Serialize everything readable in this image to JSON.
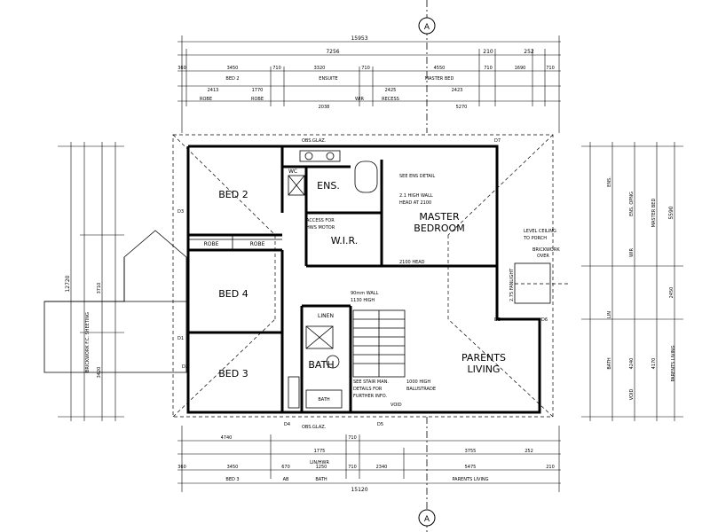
{
  "section_marker": "A",
  "rooms": {
    "bed2": "BED 2",
    "bed4": "BED 4",
    "bed3": "BED 3",
    "ens": "ENS.",
    "wc": "WC",
    "wir": "W.I.R.",
    "master_line1": "MASTER",
    "master_line2": "BEDROOM",
    "bath": "BATH",
    "parents_line1": "PARENTS",
    "parents_line2": "LIVING",
    "linen": "LINEN",
    "robe": "ROBE",
    "bath_small": "BATH"
  },
  "notes": {
    "see_ens_detail": "SEE ENS DETAIL",
    "wall_head_line1": "2.1 HIGH WALL",
    "wall_head_line2": "HEAD AT 2100",
    "access": "ACCESS FOR",
    "access_2": "HWS MOTOR",
    "head_2100": "2100 HEAD",
    "level_ceiling_1": "LEVEL CEILING",
    "level_ceiling_2": "TO PORCH",
    "brickwork_1": "BRICKWORK",
    "brickwork_2": "OVER",
    "wall_high_1": "90mm WALL",
    "wall_high_2": "1130 HIGH",
    "stair_1": "SEE STAIR MAN.",
    "stair_2": "DETAILS FOR",
    "stair_3": "FURTHER INFO.",
    "balustrade_1": "1000 HIGH",
    "balustrade_2": "BALUSTRADE",
    "void": "VOID",
    "obs_glaz": "OBS.GLAZ.",
    "obs_glaz_bottom": "OBS.GLAZ.",
    "brickwork_fc": "BRICKWORK F.C. SHEETING",
    "fanlight": "2.75 FANLIGHT"
  },
  "dimensions": {
    "top_overall": "15953",
    "top_left": "7256",
    "top_210": "210",
    "top_252": "252",
    "top_row": [
      "360",
      "3450",
      "710",
      "3320",
      "710",
      "4550",
      "710",
      "1690",
      "710"
    ],
    "top_labels": [
      "BED 2",
      "ENSUITE",
      "MASTER BED"
    ],
    "top_sub": [
      "2413",
      "1770",
      "2425",
      "2423"
    ],
    "top_robe": [
      "ROBE",
      "ROBE",
      "WIR",
      "RECESS"
    ],
    "top_2038": "2038",
    "top_5270": "5270",
    "bottom_4740": "4740",
    "bottom_710": "710",
    "bottom_1775": "1775",
    "bottom_linhwr": "LIN/HWR",
    "bottom_3755": "3755",
    "bottom_252": "252",
    "bottom_row": [
      "360",
      "3450",
      "670",
      "1250",
      "710",
      "2340",
      "5475",
      "210"
    ],
    "bottom_labels": [
      "BED 3",
      "AB",
      "BATH",
      "PARENTS LIVING"
    ],
    "bottom_overall": "15120",
    "left_overall": "12720",
    "left_bed4": "3710",
    "left_bed3": "3420",
    "right_overall": "5590",
    "right_2450": "2450",
    "right_4170": "4170",
    "right_4240": "4240",
    "right_labels": [
      "ENS.",
      "ENS. OPNG",
      "WIR",
      "LIN",
      "BATH",
      "VOID",
      "MASTER BED",
      "PARENTS LIVING"
    ]
  },
  "door_tags": [
    "D3",
    "D1",
    "D2",
    "D7",
    "D8",
    "D6",
    "D4",
    "D5"
  ]
}
